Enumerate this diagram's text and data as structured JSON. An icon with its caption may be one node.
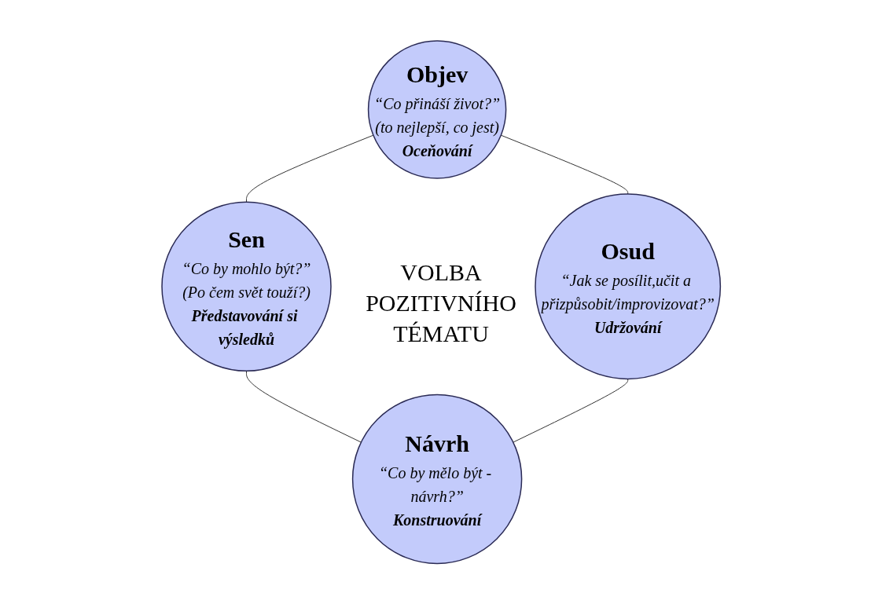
{
  "diagram": {
    "nodes": [
      {
        "text": [
          "Objev",
          "“Co přináší život?”",
          "(to nejlepší, co jest)",
          "Oceňování"
        ]
      },
      {
        "text": [
          "Osud",
          "“Jak se posílit,učit a přizpůsobit/improvizovat?”",
          "Udržování"
        ]
      },
      {
        "text": [
          "Sen",
          "“Co by mohlo být?”",
          "(Po čem svět touží?)",
          "Představování si výsledků"
        ]
      },
      {
        "text": [
          "Návrh",
          "“Co by mělo být - návrh?”",
          "Konstruování"
        ]
      }
    ],
    "edges": [
      {
        "from": 0,
        "to": 2,
        "arrow": "none"
      },
      {
        "from": 2,
        "to": 3,
        "arrow": "none"
      },
      {
        "from": 1,
        "to": 3,
        "arrow": "none"
      },
      {
        "from": 0,
        "to": 1,
        "arrow": "none"
      }
    ],
    "labels": [
      "VOLBA POZITIVNÍHO TÉMATU"
    ]
  }
}
